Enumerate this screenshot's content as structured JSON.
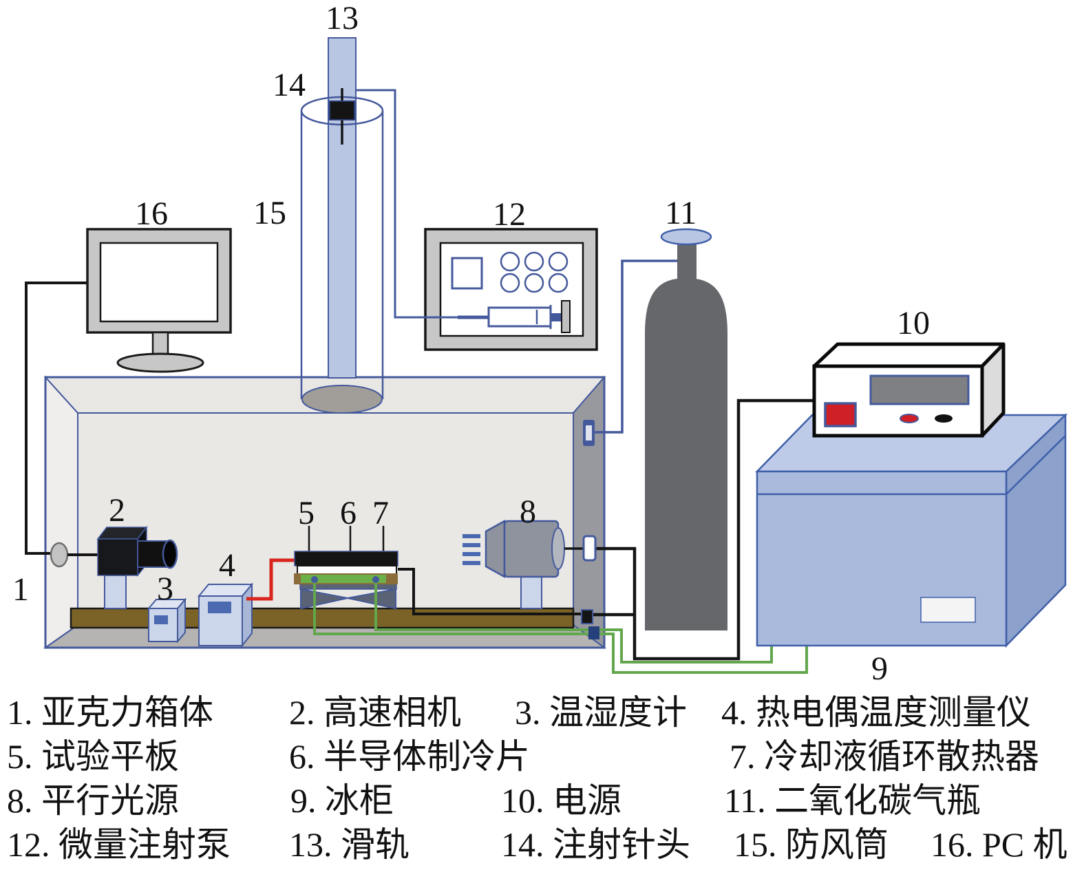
{
  "diagram": {
    "labels": [
      "1",
      "2",
      "3",
      "4",
      "5",
      "6",
      "7",
      "8",
      "9",
      "10",
      "11",
      "12",
      "13",
      "14",
      "15",
      "16"
    ]
  },
  "legend": {
    "rows": [
      [
        "1. 亚克力箱体",
        "2. 高速相机",
        "3. 温湿度计",
        "4. 热电偶温度测量仪"
      ],
      [
        "5. 试验平板",
        "6. 半导体制冷片",
        "7. 冷却液循环散热器"
      ],
      [
        "8. 平行光源",
        "9. 冰柜",
        "10. 电源",
        "11. 二氧化碳气瓶"
      ],
      [
        "12. 微量注射泵",
        "13. 滑轨",
        "14. 注射针头",
        "15. 防风筒",
        "16. PC 机"
      ]
    ]
  },
  "colors": {
    "outline_blue": "#44599c",
    "panel_blue": "#b9c6e3",
    "light_blue": "#ccd6ea",
    "freezer_blue": "#a9badd",
    "freezer_top": "#bdcae8",
    "freezer_side": "#8ca1cb",
    "wire_green": "#63a74d",
    "wire_red": "#d8251d",
    "wire_black": "#141414",
    "rail_brown": "#7b6227",
    "cap_brown": "#8a6d3b",
    "plate_green": "#6cb04a",
    "cylinder_gray": "#65676b",
    "lamp_gray": "#8e939d",
    "frame_gray": "#c7c7c7",
    "wall_gray": "#97999f",
    "floor_gray": "#b5b4b2",
    "inner_wall": "#e9e8e5",
    "display_gray": "#7f8084",
    "button_red": "#cf2027",
    "jack_gray": "#5a6375"
  }
}
